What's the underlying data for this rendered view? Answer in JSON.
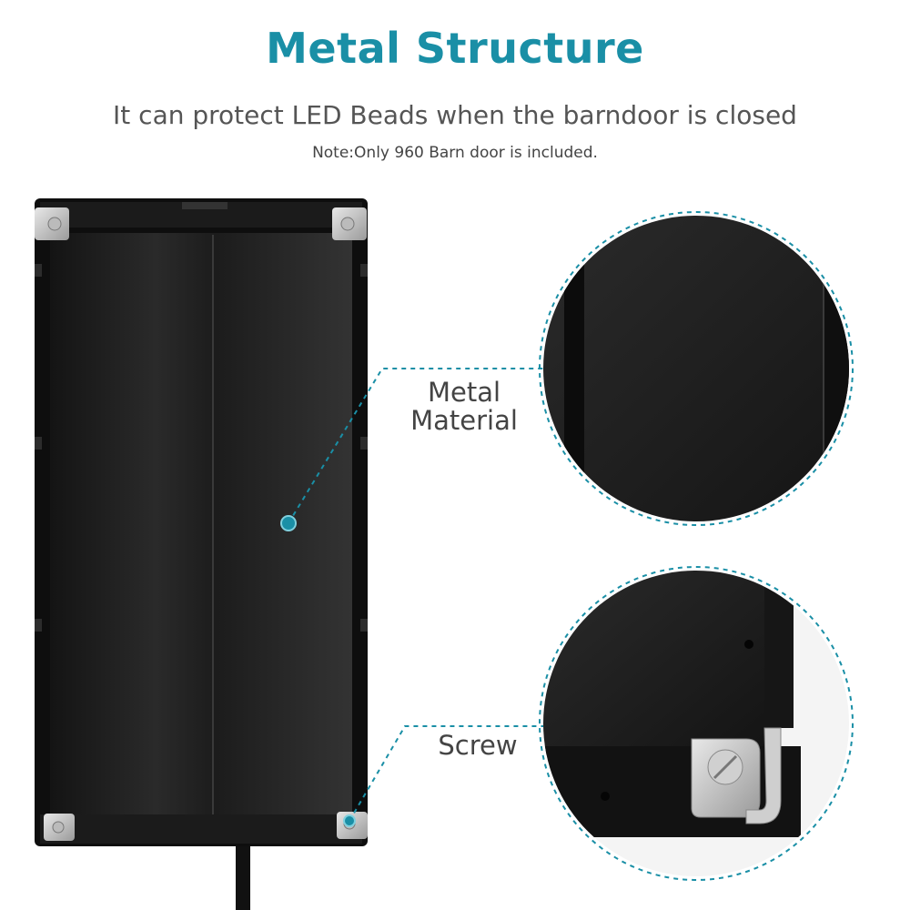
{
  "header": {
    "title": "Metal Structure",
    "subtitle": "It can protect LED Beads when the barndoor is closed",
    "note": "Note:Only 960 Barn door is included."
  },
  "callouts": [
    {
      "id": "metal",
      "label_line1": "Metal",
      "label_line2": "Material"
    },
    {
      "id": "screw",
      "label": "Screw"
    }
  ],
  "colors": {
    "accent": "#1a8fa6",
    "panel": "#1e1e1e",
    "frame": "#0d0d0d",
    "corner": "#c9c9c9"
  }
}
